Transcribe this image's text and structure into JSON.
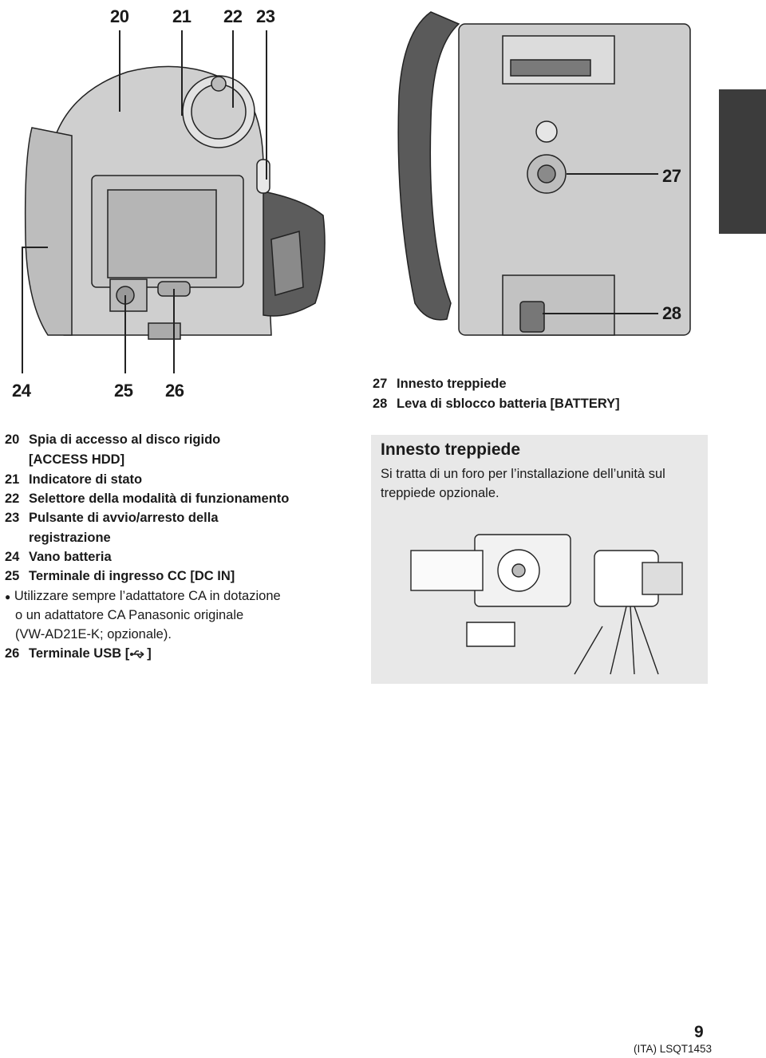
{
  "callouts": {
    "c20": "20",
    "c21": "21",
    "c22": "22",
    "c23": "23",
    "c24": "24",
    "c25": "25",
    "c26": "26",
    "c27": "27",
    "c28": "28"
  },
  "right_legend": [
    {
      "num": "27",
      "text": "Innesto treppiede"
    },
    {
      "num": "28",
      "text": "Leva di sblocco batteria [BATTERY]"
    }
  ],
  "left_legend": {
    "i20_num": "20",
    "i20_a": "Spia di accesso al disco rigido",
    "i20_b": "[ACCESS HDD]",
    "i21_num": "21",
    "i21": "Indicatore di stato",
    "i22_num": "22",
    "i22": "Selettore della modalità di funzionamento",
    "i23_num": "23",
    "i23_a": "Pulsante di avvio/arresto della",
    "i23_b": "registrazione",
    "i24_num": "24",
    "i24": "Vano batteria",
    "i25_num": "25",
    "i25": "Terminale di ingresso CC [DC IN]",
    "bullet": "●",
    "note_a": "Utilizzare sempre l’adattatore CA in dotazione",
    "note_b": "o un adattatore CA Panasonic originale",
    "note_c": "(VW-AD21E-K; opzionale).",
    "i26_num": "26",
    "i26_pre": "Terminale USB [",
    "i26_post": "]"
  },
  "tripod_box": {
    "title": "Innesto treppiede",
    "description": "Si tratta di un foro per l’installazione dell’unità sul treppiede opzionale."
  },
  "footer": {
    "page_number": "9",
    "code": "(ITA) LSQT1453"
  },
  "icons": {
    "usb": "usb-icon",
    "bullet": "bullet-icon"
  }
}
